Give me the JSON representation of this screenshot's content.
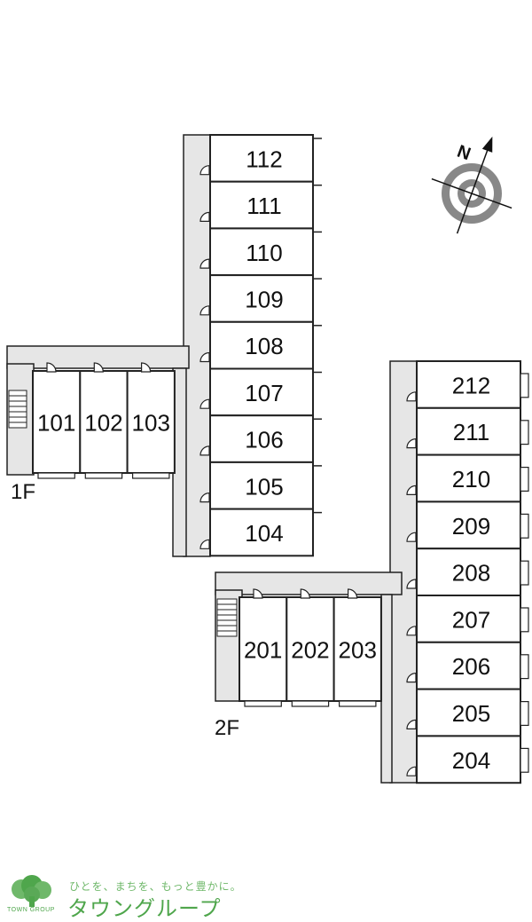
{
  "floors": [
    {
      "label": "1F",
      "wing": [
        "112",
        "111",
        "110",
        "109",
        "108",
        "107",
        "106",
        "105",
        "104"
      ],
      "row": [
        "101",
        "102",
        "103"
      ]
    },
    {
      "label": "2F",
      "wing": [
        "212",
        "211",
        "210",
        "209",
        "208",
        "207",
        "206",
        "205",
        "204"
      ],
      "row": [
        "201",
        "202",
        "203"
      ]
    }
  ],
  "compass": {
    "north_label": "N"
  },
  "footer": {
    "tagline": "ひとを、まちを、もっと豊かに。",
    "brand": "タウングループ",
    "logo_sub": "TOWN GROUP"
  },
  "colors": {
    "corridor": "#e6e6e6",
    "line": "#222222",
    "brand": "#4fa64c"
  }
}
